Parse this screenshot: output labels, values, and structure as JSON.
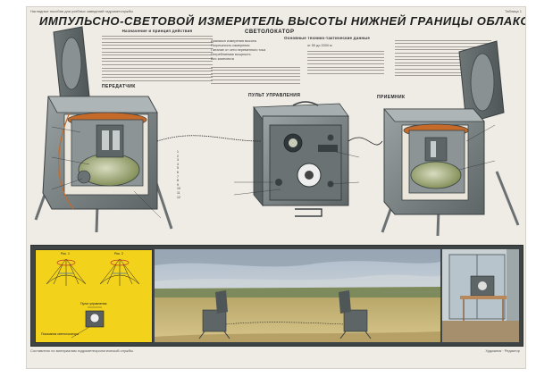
{
  "header": {
    "top_note": "Наглядные пособия для учебных заведений гидрометслужбы",
    "top_number": "Таблица 1"
  },
  "title": "ИМПУЛЬСНО-СВЕТОВОЙ ИЗМЕРИТЕЛЬ ВЫСОТЫ НИЖНЕЙ ГРАНИЦЫ ОБЛАКОВ",
  "subtitle": "СВЕТОЛОКАТОР",
  "sections": {
    "principle_heading": "Назначение и принцип действия",
    "specs_heading": "Основные технико-тактические данные"
  },
  "specs": {
    "range": "от 50 до 2000 м",
    "items": [
      "Диапазон измерения высоты",
      "Погрешность измерения",
      "Питание от сети переменного тока",
      "Потребляемая мощность",
      "Вес комплекта"
    ]
  },
  "labels": {
    "transmitter": "ПЕРЕДАТЧИК",
    "control_panel": "ПУЛЬТ УПРАВЛЕНИЯ",
    "receiver": "ПРИЕМНИК"
  },
  "inset": {
    "diagram_a": "Рис. 1",
    "diagram_b": "Рис. 2",
    "panel_caption": "Пульт управления",
    "bottom_caption": "Показания светолокатора"
  },
  "footer": {
    "left": "Составлено по материалам гидрометеорологической службы",
    "right": "Художник  ·  Редактор"
  },
  "colors": {
    "device_gray": "#7e8687",
    "sky": "#c9d4dc",
    "field": "#c8b67a",
    "inset_yellow": "#f2d21b"
  }
}
